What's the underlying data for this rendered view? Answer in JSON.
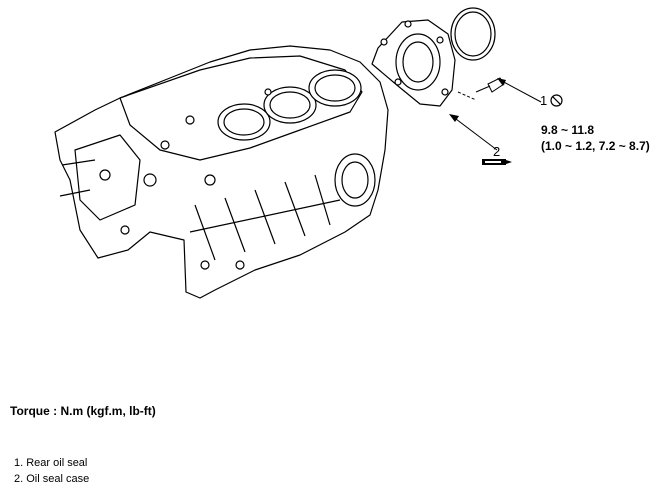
{
  "callouts": [
    {
      "number": "1",
      "icon": "no-reuse-icon"
    },
    {
      "number": "2",
      "icon": "sealant-icon"
    }
  ],
  "torque_spec": {
    "line1": "9.8 ~ 11.8",
    "line2": "(1.0 ~ 1.2, 7.2 ~ 8.7)"
  },
  "torque_heading": "Torque : N.m (kgf.m, lb-ft)",
  "legend": [
    "1. Rear oil seal",
    "2. Oil seal case"
  ]
}
